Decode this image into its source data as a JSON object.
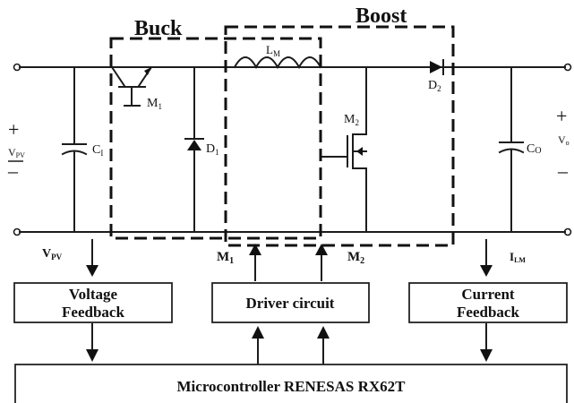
{
  "sections": {
    "buck": "Buck",
    "boost": "Boost"
  },
  "components": {
    "inductor": "L",
    "inductor_sub": "M",
    "diode2": "D",
    "diode2_sub": "2",
    "mosfet1": "M",
    "mosfet1_sub": "1",
    "mosfet2": "M",
    "mosfet2_sub": "2",
    "diode1": "D",
    "diode1_sub": "1",
    "cap_in": "C",
    "cap_in_sub": "I",
    "cap_out": "C",
    "cap_out_sub": "O"
  },
  "terminals": {
    "plus_in": "+",
    "minus_in": "–",
    "vpv_in": "V",
    "vpv_in_sub": "PV",
    "plus_out": "+",
    "minus_out": "–",
    "vo_out": "V",
    "vo_out_sub": "o"
  },
  "signals": {
    "vpv": "V",
    "vpv_sub": "PV",
    "m1": "M",
    "m1_sub": "1",
    "m2": "M",
    "m2_sub": "2",
    "ilm": "I",
    "ilm_sub": "LM"
  },
  "blocks": {
    "voltage_feedback_1": "Voltage",
    "voltage_feedback_2": "Feedback",
    "driver_circuit": "Driver circuit",
    "current_feedback_1": "Current",
    "current_feedback_2": "Feedback",
    "microcontroller": "Microcontroller RENESAS RX62T"
  }
}
